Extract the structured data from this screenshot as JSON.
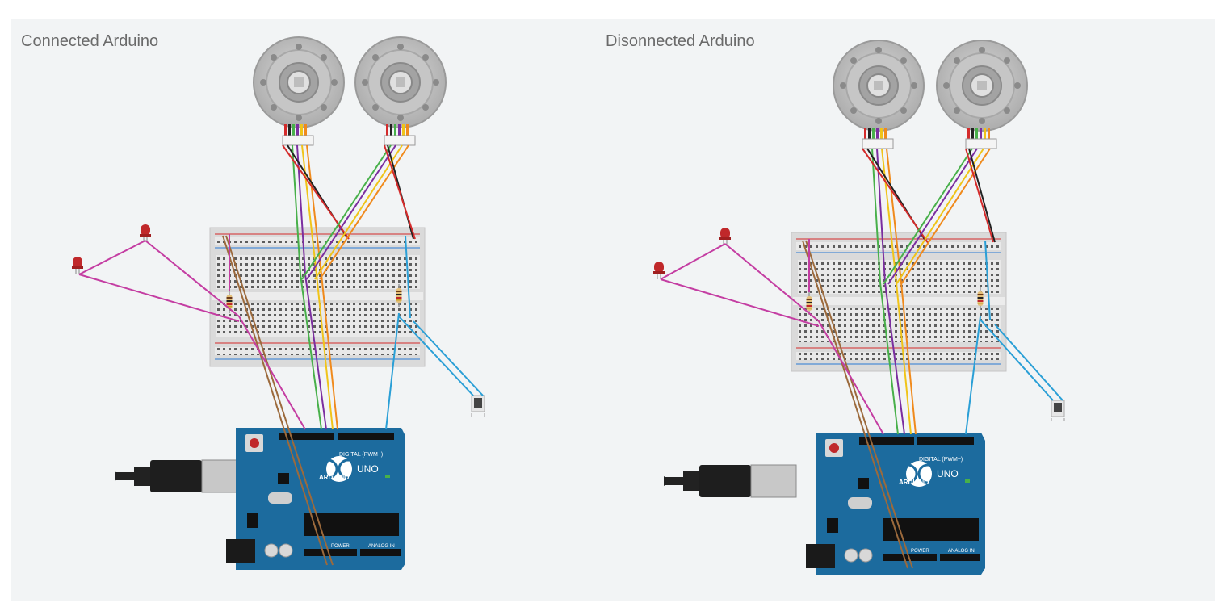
{
  "panels": {
    "left": {
      "title": "Connected Arduino"
    },
    "right": {
      "title": "Disonnected Arduino"
    }
  },
  "board": {
    "brand": "ARDUINO",
    "model": "UNO",
    "digital_label": "DIGITAL (PWM~)",
    "power_label": "POWER",
    "analog_label": "ANALOG IN"
  },
  "colors": {
    "background": "#f2f4f5",
    "arduino_blue": "#1c6b9e",
    "wire_magenta": "#c43da2",
    "wire_brown": "#9c6a3c",
    "wire_green": "#48b04a",
    "wire_purple": "#7b2ea0",
    "wire_yellow": "#f0c419",
    "wire_orange": "#f08a1c",
    "wire_blue": "#2a9fd6",
    "wire_red": "#d42b2b",
    "wire_black": "#222222",
    "led_red": "#c0282a"
  }
}
